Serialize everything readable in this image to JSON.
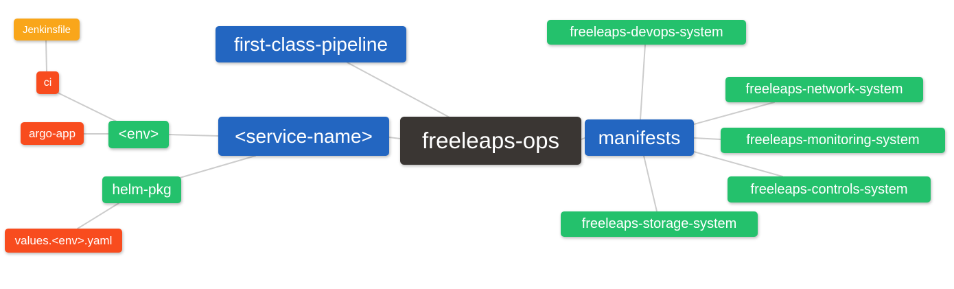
{
  "diagram": {
    "type": "mindmap",
    "root": "freeleaps-ops",
    "colors": {
      "root_bg": "#3a3633",
      "branch_bg": "#2366c1",
      "green_bg": "#24c16c",
      "red_bg": "#f84c1e",
      "orange_bg": "#f9a61a",
      "edge": "#cccccc",
      "text": "#ffffff",
      "background": "#ffffff"
    },
    "nodes": {
      "jenkinsfile": {
        "label": "Jenkinsfile"
      },
      "ci": {
        "label": "ci"
      },
      "argo_app": {
        "label": "argo-app"
      },
      "env": {
        "label": "<env>"
      },
      "helm_pkg": {
        "label": "helm-pkg"
      },
      "values_env_yaml": {
        "label": "values.<env>.yaml"
      },
      "first_class_pipeline": {
        "label": "first-class-pipeline"
      },
      "service_name": {
        "label": "<service-name>"
      },
      "freeleaps_ops": {
        "label": "freeleaps-ops"
      },
      "manifests": {
        "label": "manifests"
      },
      "devops_system": {
        "label": "freeleaps-devops-system"
      },
      "network_system": {
        "label": "freeleaps-network-system"
      },
      "monitoring_system": {
        "label": "freeleaps-monitoring-system"
      },
      "controls_system": {
        "label": "freeleaps-controls-system"
      },
      "storage_system": {
        "label": "freeleaps-storage-system"
      }
    },
    "edges": [
      {
        "from": "jenkinsfile",
        "to": "ci"
      },
      {
        "from": "ci",
        "to": "env"
      },
      {
        "from": "argo_app",
        "to": "env"
      },
      {
        "from": "env",
        "to": "service_name"
      },
      {
        "from": "helm_pkg",
        "to": "service_name"
      },
      {
        "from": "values_env_yaml",
        "to": "helm_pkg"
      },
      {
        "from": "first_class_pipeline",
        "to": "freeleaps_ops"
      },
      {
        "from": "service_name",
        "to": "freeleaps_ops"
      },
      {
        "from": "freeleaps_ops",
        "to": "manifests"
      },
      {
        "from": "manifests",
        "to": "devops_system"
      },
      {
        "from": "manifests",
        "to": "network_system"
      },
      {
        "from": "manifests",
        "to": "monitoring_system"
      },
      {
        "from": "manifests",
        "to": "controls_system"
      },
      {
        "from": "manifests",
        "to": "storage_system"
      }
    ]
  }
}
